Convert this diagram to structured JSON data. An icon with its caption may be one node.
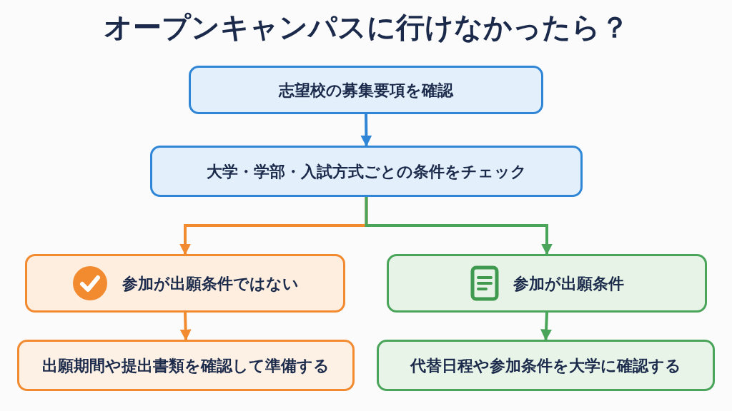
{
  "diagram": {
    "title": "オープンキャンパスに行けなかったら？",
    "nodes": [
      {
        "text": [
          "志望校の募集要項を確認"
        ]
      },
      {
        "text": [
          "大学・学部・入試方式ごとの条件をチェック"
        ]
      },
      {
        "text": [
          "参加が出願条件ではない"
        ]
      },
      {
        "text": [
          "参加が出願条件"
        ]
      },
      {
        "text": [
          "出願期間や提出書類を確認して準備する"
        ]
      },
      {
        "text": [
          "代替日程や参加条件を大学に確認する"
        ]
      }
    ],
    "edges": [
      {
        "from": 0,
        "to": 1,
        "arrow": "to",
        "color": "#2f86d6"
      },
      {
        "from": 1,
        "to": 2,
        "arrow": "to",
        "color": "#f28a30"
      },
      {
        "from": 1,
        "to": 3,
        "arrow": "to",
        "color": "#4aa55a"
      },
      {
        "from": 2,
        "to": 4,
        "arrow": "to",
        "color": "#f28a30"
      },
      {
        "from": 3,
        "to": 5,
        "arrow": "to",
        "color": "#4aa55a"
      }
    ]
  }
}
